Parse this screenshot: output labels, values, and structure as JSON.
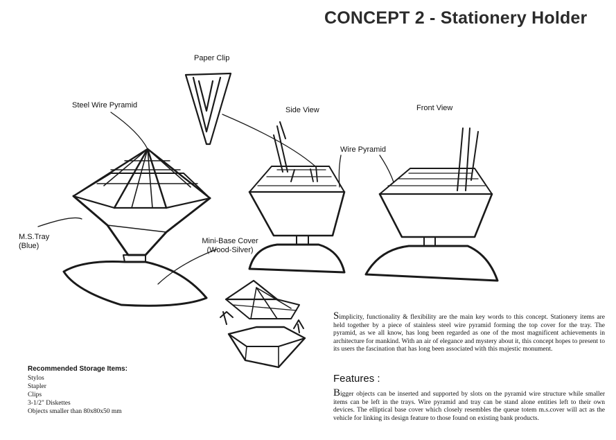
{
  "title": "CONCEPT 2 - Stationery Holder",
  "labels": {
    "paper_clip": "Paper Clip",
    "steel_wire_pyramid": "Steel Wire Pyramid",
    "side_view": "Side View",
    "front_view": "Front View",
    "wire_pyramid": "Wire Pyramid",
    "ms_tray_line1": "M.S.Tray",
    "ms_tray_line2": "(Blue)",
    "mini_base_line1": "Mini-Base Cover",
    "mini_base_line2": "(Wood-Silver)"
  },
  "storage": {
    "heading": "Recommended Storage Items:",
    "items": [
      "Stylos",
      "Stapler",
      "Clips",
      "3-1/2\" Diskettes",
      "Objects smaller than 80x80x50 mm"
    ]
  },
  "intro": {
    "first_letter": "S",
    "text": "implicity, functionality & flexibility are the main key words to this concept. Stationery items are held together by a piece of stainless steel wire pyramid forming the top cover for the tray. The pyramid, as we all know, has long been regarded as one of the most magnificent achievements in architecture for mankind. With an air of elegance and mystery about it, this concept hopes to present to its users the fascination that has long been associated with this majestic monument."
  },
  "features": {
    "title": "Features :",
    "first_letter": "B",
    "text": "igger objects can be inserted and supported by slots on the pyramid wire structure while smaller items can be left in the trays. Wire pyramid and tray can be stand alone entities left to their own devices. The elliptical base cover which closely resembles the queue totem m.s.cover will act as the vehicle for linking its design feature to those found on existing bank products."
  },
  "colors": {
    "ink": "#1a1a1a",
    "title": "#2b2b2b"
  }
}
